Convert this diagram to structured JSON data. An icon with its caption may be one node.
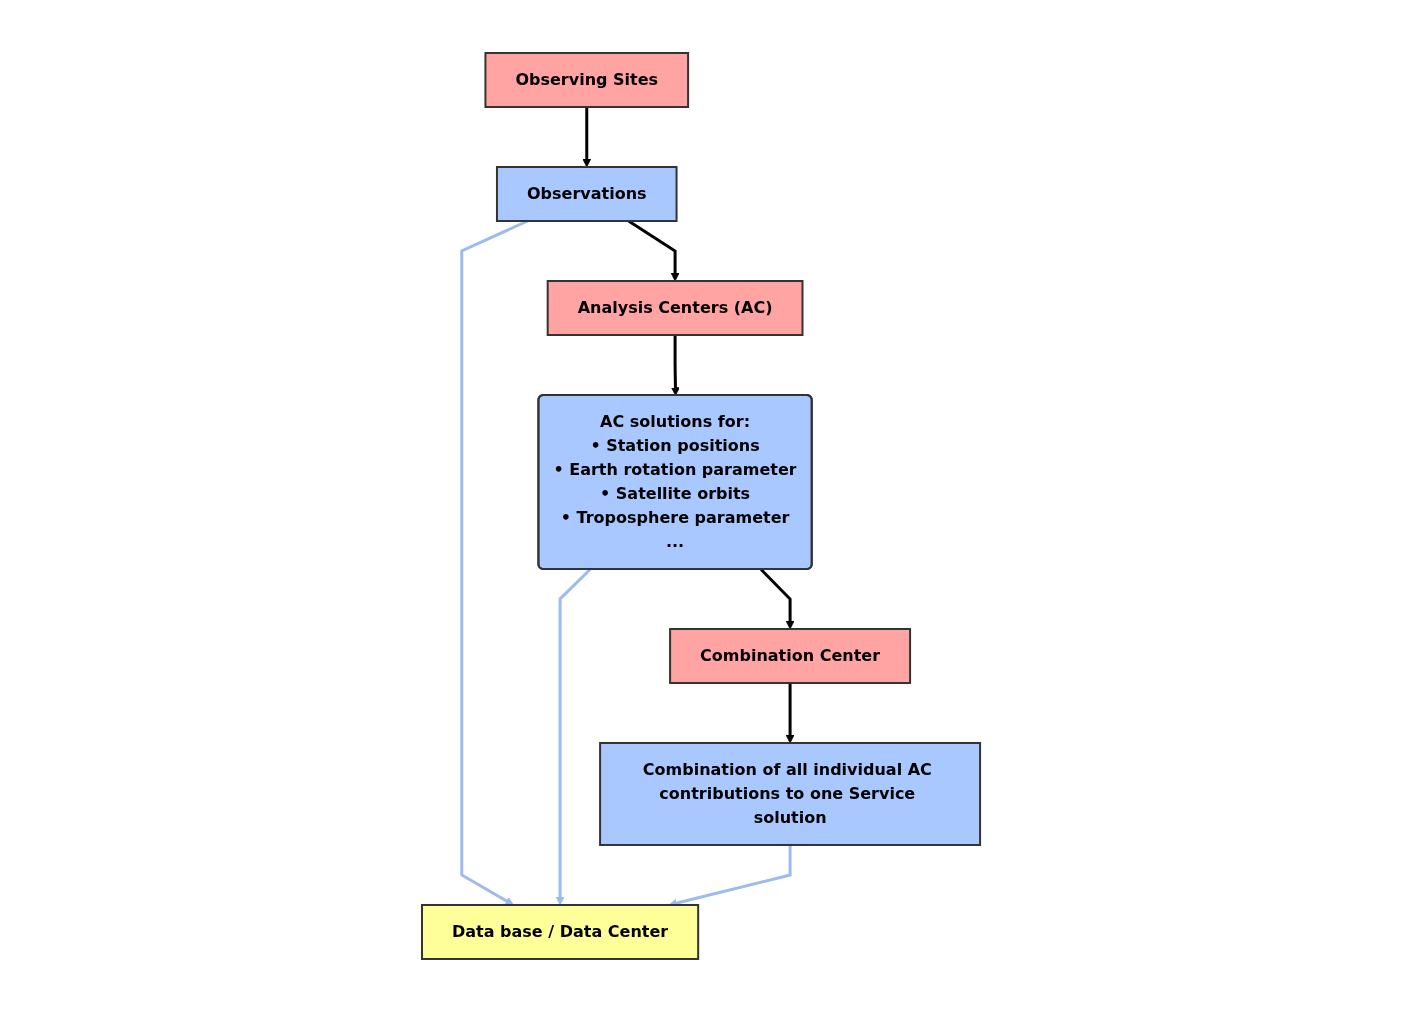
{
  "diagram": {
    "nodes": [
      {
        "text": [
          "Observing Sites"
        ]
      },
      {
        "text": [
          "Observations"
        ]
      },
      {
        "text": [
          "Analysis Centers (AC)"
        ]
      },
      {
        "text": [
          "AC solutions for:",
          "• Station positions",
          "• Earth rotation parameter",
          "• Satellite orbits",
          "• Troposphere parameter",
          "..."
        ]
      },
      {
        "text": [
          "Combination Center"
        ]
      },
      {
        "text": [
          "Combination of all individual AC contributions to one Service solution"
        ]
      },
      {
        "text": [
          "Data base / Data Center"
        ]
      }
    ],
    "edges": [
      {
        "from": 0,
        "to": 1,
        "arrow": "to"
      },
      {
        "from": 1,
        "to": 2,
        "arrow": "to"
      },
      {
        "from": 2,
        "to": 3,
        "arrow": "to"
      },
      {
        "from": 3,
        "to": 4,
        "arrow": "to"
      },
      {
        "from": 4,
        "to": 5,
        "arrow": "to"
      },
      {
        "from": 1,
        "to": 6,
        "arrow": "to",
        "color": "#9dbbf0"
      },
      {
        "from": 3,
        "to": 6,
        "arrow": "to",
        "color": "#9dbbf0"
      },
      {
        "from": 5,
        "to": 6,
        "arrow": "to",
        "color": "#9dbbf0"
      }
    ]
  }
}
